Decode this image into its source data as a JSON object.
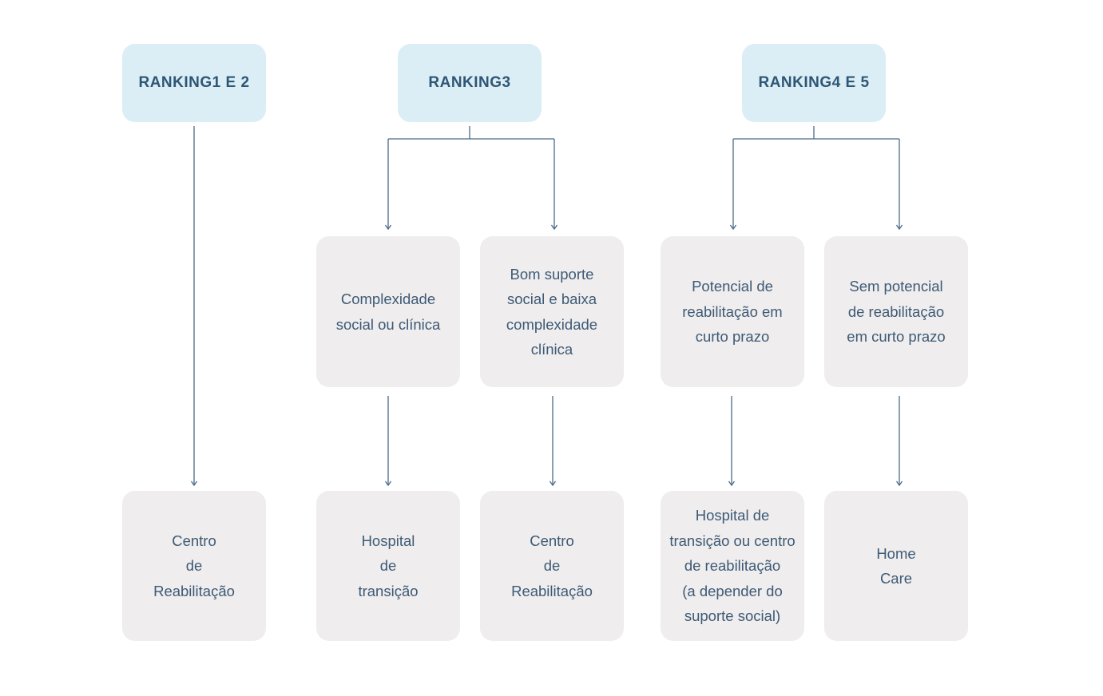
{
  "colors": {
    "header_fill": "#dbeef5",
    "box_fill": "#efeded",
    "header_text": "#2e5675",
    "body_text": "#3d5a76",
    "connector": "#4a6b87"
  },
  "headers": [
    {
      "line1": "RANKING",
      "line2": "1 E 2"
    },
    {
      "line1": "RANKING",
      "line2": "3"
    },
    {
      "line1": "RANKING",
      "line2": "4 E 5"
    }
  ],
  "criteria": [
    {
      "text": "Complexidade\nsocial ou clínica"
    },
    {
      "text": "Bom suporte\nsocial e baixa\ncomplexidade\nclínica"
    },
    {
      "text": "Potencial de\nreabilitação em\ncurto prazo"
    },
    {
      "text": "Sem potencial\nde reabilitação\nem curto prazo"
    }
  ],
  "outcomes": [
    {
      "text": "Centro\nde\nReabilitação"
    },
    {
      "text": "Hospital\nde\ntransição"
    },
    {
      "text": "Centro\nde\nReabilitação"
    },
    {
      "text": "Hospital de\ntransição ou centro\nde reabilitação\n(a depender do\nsuporte social)"
    },
    {
      "text": "Home\nCare"
    }
  ]
}
